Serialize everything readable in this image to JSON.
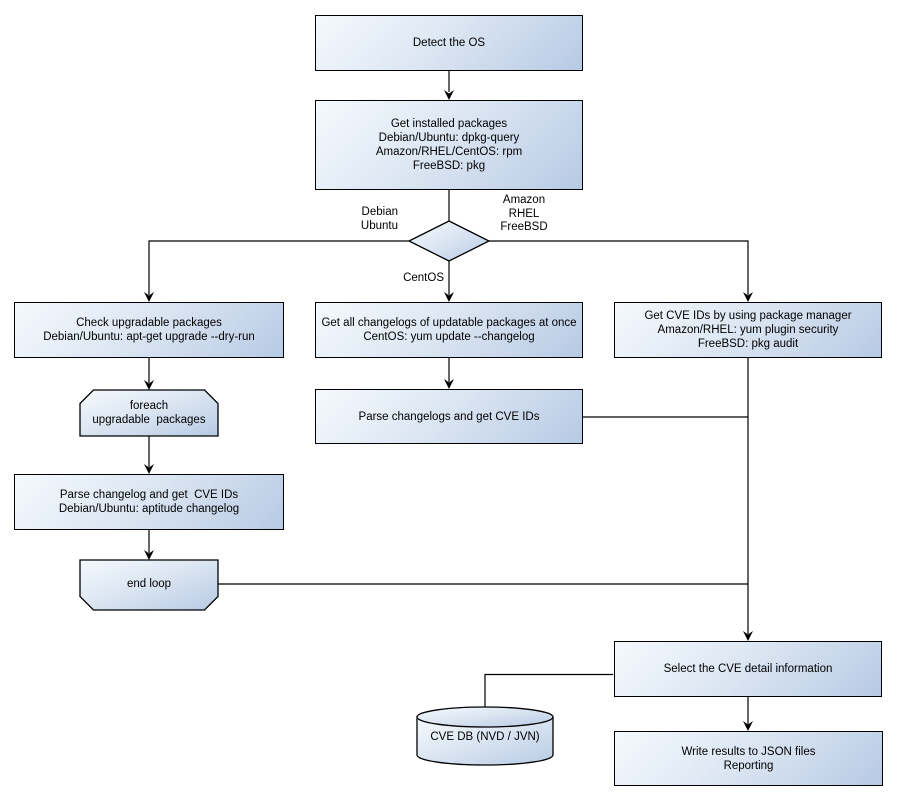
{
  "diagram": {
    "title_hint": "OS package vulnerability scan flowchart",
    "colors": {
      "background": "#ffffff",
      "node_fill_light": "#f5f9fd",
      "node_fill_dark": "#b7cae4",
      "node_border": "#000000",
      "connector": "#000000",
      "text": "#000000"
    },
    "nodes": {
      "detect_os": "Detect the OS",
      "get_installed_packages": "Get installed packages\nDebian/Ubuntu: dpkg-query\nAmazon/RHEL/CentOS: rpm\nFreeBSD: pkg",
      "check_upgradable_packages": "Check upgradable packages\nDebian/Ubuntu: apt-get upgrade --dry-run",
      "foreach_upgradable_packages": "foreach\nupgradable  packages",
      "parse_changelog_aptitude": "Parse changelog and get  CVE IDs\nDebian/Ubuntu: aptitude changelog",
      "end_loop": "end loop",
      "get_all_changelogs": "Get all changelogs of updatable packages at once\nCentOS: yum update --changelog",
      "parse_changelogs": "Parse changelogs and get CVE IDs",
      "get_cve_ids_pkg_manager": "Get CVE IDs by using package manager\nAmazon/RHEL: yum plugin security\nFreeBSD: pkg audit",
      "select_cve_detail": "Select the CVE detail information",
      "write_results": "Write results to JSON files\nReporting",
      "cve_db": "CVE DB (NVD / JVN)"
    },
    "edge_labels": {
      "debian_ubuntu": "Debian\nUbuntu",
      "amazon_rhel_freebsd": "Amazon\nRHEL\nFreeBSD",
      "centos": "CentOS"
    },
    "edges": [
      {
        "from": "detect_os",
        "to": "get_installed_packages"
      },
      {
        "from": "get_installed_packages",
        "to": "os_decision"
      },
      {
        "from": "os_decision",
        "to": "check_upgradable_packages",
        "label": "Debian Ubuntu"
      },
      {
        "from": "os_decision",
        "to": "get_all_changelogs",
        "label": "CentOS"
      },
      {
        "from": "os_decision",
        "to": "get_cve_ids_pkg_manager",
        "label": "Amazon RHEL FreeBSD"
      },
      {
        "from": "check_upgradable_packages",
        "to": "foreach_upgradable_packages"
      },
      {
        "from": "foreach_upgradable_packages",
        "to": "parse_changelog_aptitude"
      },
      {
        "from": "parse_changelog_aptitude",
        "to": "end_loop"
      },
      {
        "from": "end_loop",
        "to": "select_cve_detail"
      },
      {
        "from": "get_all_changelogs",
        "to": "parse_changelogs"
      },
      {
        "from": "parse_changelogs",
        "to": "select_cve_detail"
      },
      {
        "from": "get_cve_ids_pkg_manager",
        "to": "select_cve_detail"
      },
      {
        "from": "cve_db",
        "to": "select_cve_detail"
      },
      {
        "from": "select_cve_detail",
        "to": "write_results"
      }
    ]
  }
}
